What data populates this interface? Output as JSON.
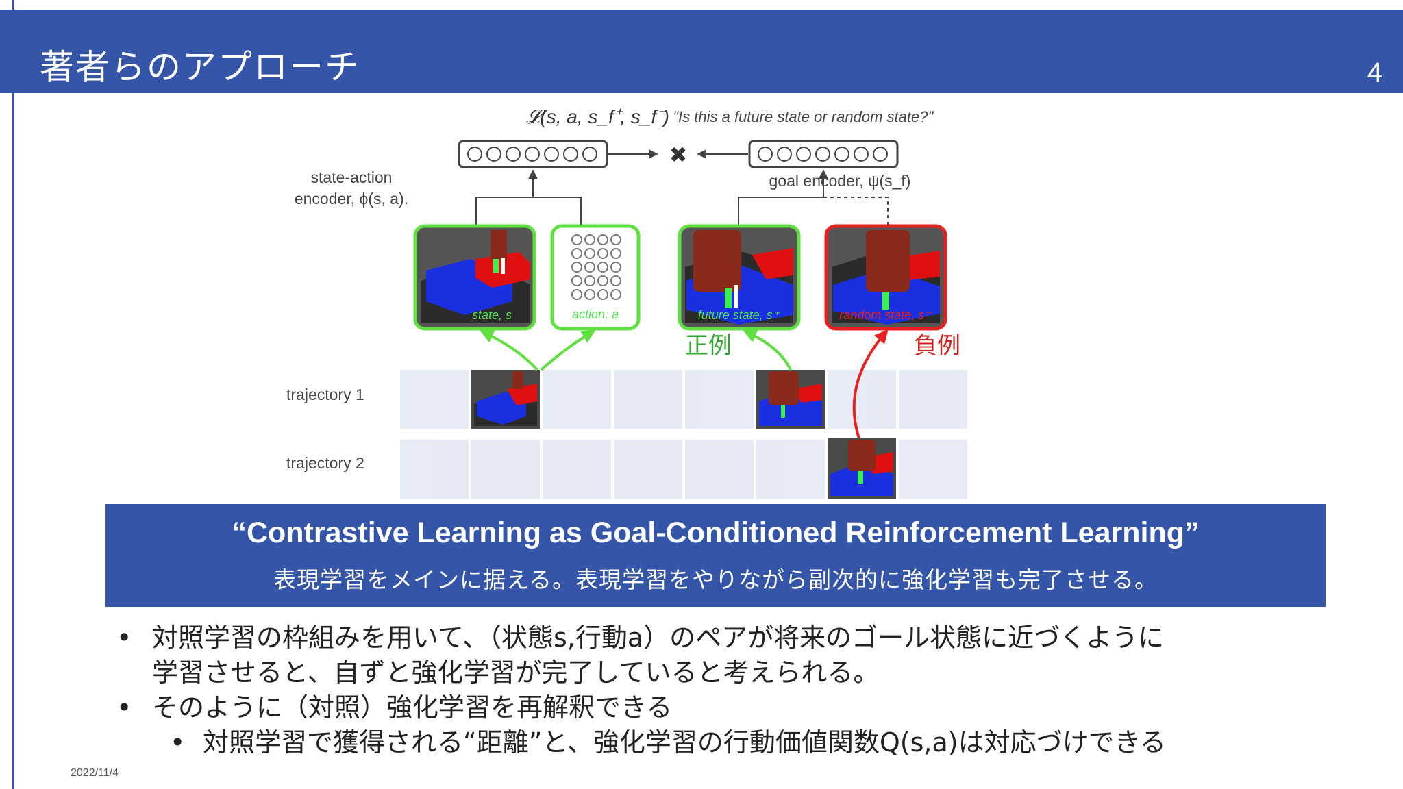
{
  "slide": {
    "title": "著者らのアプローチ",
    "page_number": "4",
    "date": "2022/11/4"
  },
  "figure": {
    "loss_formula": "𝓛(s, a, s_f⁺, s_f⁻)",
    "loss_question": ": \"Is this a future state or random state?\"",
    "sa_encoder_label_line1": "state-action",
    "sa_encoder_label_line2": "encoder, ϕ(s, a).",
    "goal_encoder_label": "goal encoder, ψ(s_f)",
    "state_label": "state, s",
    "action_label": "action, a",
    "future_state_label": "future state, s⁺",
    "random_state_label": "random state, s⁻",
    "positive_label": "正例",
    "negative_label": "負例",
    "trajectory_1": "trajectory 1",
    "trajectory_2": "trajectory 2",
    "colors": {
      "positive": "#33a833",
      "negative": "#d42020",
      "frame_green": "#5fe040",
      "frame_red": "#e82020"
    }
  },
  "banner": {
    "title": "“Contrastive Learning as Goal-Conditioned Reinforcement Learning”",
    "subtitle": "表現学習をメインに据える。表現学習をやりながら副次的に強化学習も完了させる。"
  },
  "bullets": [
    {
      "level": 1,
      "text": "対照学習の枠組みを用いて、（状態s,行動a）のペアが将来のゴール状態に近づくように"
    },
    {
      "level": 0,
      "text": "学習させると、自ずと強化学習が完了していると考えられる。"
    },
    {
      "level": 1,
      "text": "そのように（対照）強化学習を再解釈できる"
    },
    {
      "level": 2,
      "text": "対照学習で獲得される“距離”と、強化学習の行動価値関数Q(s,a)は対応づけできる"
    }
  ]
}
